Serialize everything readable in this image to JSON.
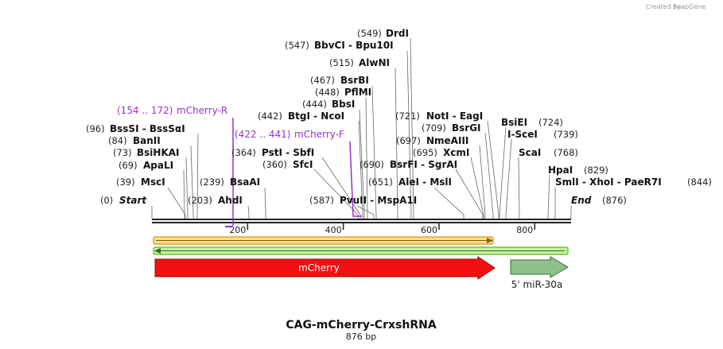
{
  "credit": "Created by",
  "credit_brand": "SnapGene",
  "title": "CAG-mCherry-CrxshRNA",
  "length_label": "876 bp",
  "scale": {
    "ticks": [
      "200",
      "400",
      "600",
      "800"
    ]
  },
  "primers": [
    {
      "range": "(154 .. 172)",
      "name": "mCherry-R"
    },
    {
      "range": "(422 .. 441)",
      "name": "mCherry-F"
    }
  ],
  "sites": {
    "drdi": {
      "pos": "(549)",
      "name": "DrdI"
    },
    "bbvci": {
      "pos": "(547)",
      "name": "BbvCI  - Bpu10I"
    },
    "alwni": {
      "pos": "(515)",
      "name": "AlwNI"
    },
    "bsrbi": {
      "pos": "(467)",
      "name": "BsrBI"
    },
    "pflmi": {
      "pos": "(448)",
      "name": "PflMI"
    },
    "bbsi": {
      "pos": "(444)",
      "name": "BbsI"
    },
    "bstgi": {
      "pos": "(442)",
      "name": "BtgI  - NcoI"
    },
    "psti": {
      "pos": "(364)",
      "name": "PstI  - SbfI"
    },
    "sfci": {
      "pos": "(360)",
      "name": "SfcI"
    },
    "pvuii": {
      "pos": "(587)",
      "name": "PvuII  - MspA1I"
    },
    "bsssi": {
      "pos": "(96)",
      "name": "BssSI  - BssSαI"
    },
    "banii": {
      "pos": "(84)",
      "name": "BanII"
    },
    "bsihkai": {
      "pos": "(73)",
      "name": "BsiHKAI"
    },
    "apali": {
      "pos": "(69)",
      "name": "ApaLI"
    },
    "msci": {
      "pos": "(39)",
      "name": "MscI"
    },
    "bsaai": {
      "pos": "(239)",
      "name": "BsaAI"
    },
    "start": {
      "pos": "(0)",
      "name": "Start"
    },
    "ahdi": {
      "pos": "(203)",
      "name": "AhdI"
    },
    "noti": {
      "pos": "(721)",
      "name": "NotI  - EagI"
    },
    "bsrgi": {
      "pos": "(709)",
      "name": "BsrGI"
    },
    "nmeaiii": {
      "pos": "(697)",
      "name": "NmeAIII"
    },
    "xcmi": {
      "pos": "(695)",
      "name": "XcmI"
    },
    "bsrfi": {
      "pos": "(690)",
      "name": "BsrFI  - SgrAI"
    },
    "alei": {
      "pos": "(651)",
      "name": "AleI  - MslI"
    },
    "bsiei": {
      "name": "BsiEI",
      "pos": "(724)"
    },
    "iscei": {
      "name": "I-SceI",
      "pos": "(739)"
    },
    "scai": {
      "name": "ScaI",
      "pos": "(768)"
    },
    "hpai": {
      "name": "HpaI",
      "pos": "(829)"
    },
    "smli": {
      "name": "SmlI  - XhoI  - PaeR7I",
      "pos": "(844)"
    },
    "end": {
      "name": "End",
      "pos": "(876)"
    }
  },
  "features": [
    {
      "name": "mCherry"
    },
    {
      "name": "5' miR-30a"
    }
  ]
}
